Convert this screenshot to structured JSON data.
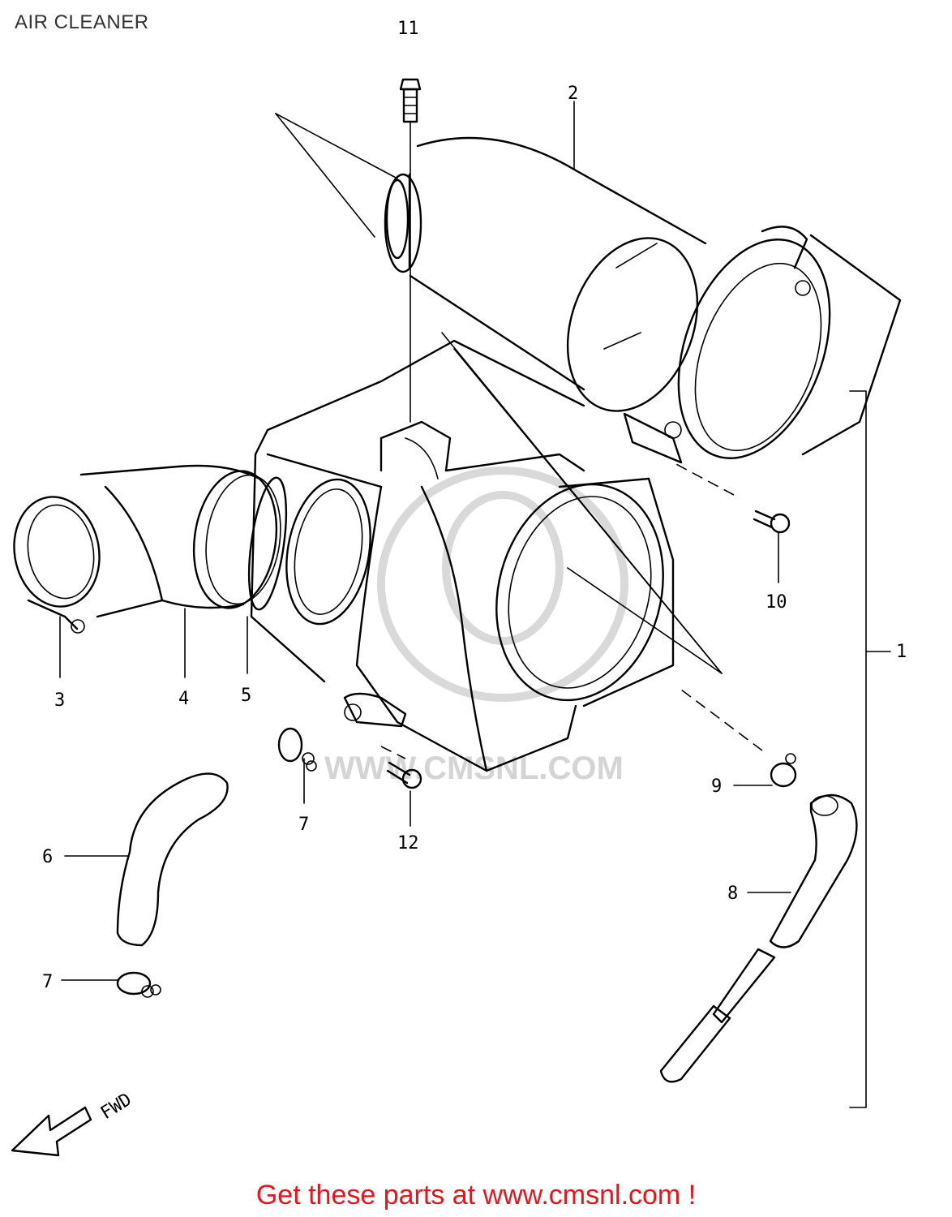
{
  "title": "AIR CLEANER",
  "watermark": "WWW.CMSNL.COM",
  "direction_label": "FWD",
  "footer": "Get these parts at www.cmsnl.com !",
  "callouts": {
    "c1": "1",
    "c2": "2",
    "c3": "3",
    "c4": "4",
    "c5": "5",
    "c6": "6",
    "c7a": "7",
    "c7b": "7",
    "c8": "8",
    "c9": "9",
    "c10": "10",
    "c11": "11",
    "c12": "12"
  },
  "colors": {
    "line": "#000000",
    "footer": "#e8141b",
    "watermark": "#d4d4d4"
  }
}
